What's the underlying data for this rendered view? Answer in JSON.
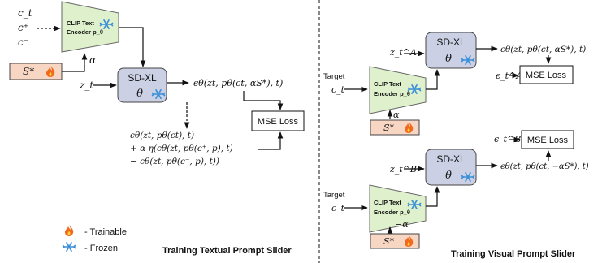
{
  "left": {
    "inputs": [
      "c_t",
      "c⁺",
      "c⁻"
    ],
    "clip_label_1": "CLIP Text",
    "clip_label_2": "Encoder p_θ",
    "token": "S*",
    "alpha": "α",
    "sdxl_title": "SD-XL",
    "sdxl_param": "θ",
    "zt": "z_t",
    "pred_output": "ϵθ(zt, pθ(ct, αS*), t)",
    "target_line1": "ϵθ(zt, pθ(ct), t)",
    "target_line2": "+ α η(ϵθ(zt, pθ(c⁺, p), t)",
    "target_line3": "− ϵθ(zt, pθ(c⁻, p), t))",
    "mse": "MSE Loss",
    "caption": "Training Textual Prompt Slider"
  },
  "legend": {
    "trainable": "- Trainable",
    "frozen": "- Frozen"
  },
  "right": {
    "top": {
      "target_label": "Target",
      "ct": "c_t",
      "zt": "z_t^A",
      "clip_label_1": "CLIP Text",
      "clip_label_2": "Encoder p_θ",
      "alpha": "α",
      "token": "S*",
      "sdxl_title": "SD-XL",
      "sdxl_param": "θ",
      "output": "ϵθ(zt, pθ(ct, αS*), t)",
      "eps": "ϵ_t^A",
      "mse": "MSE Loss"
    },
    "bottom": {
      "target_label": "Target",
      "ct": "c_t",
      "zt": "z_t^B",
      "clip_label_1": "CLIP Text",
      "clip_label_2": "Encoder p_θ",
      "alpha": "−α",
      "token": "S*",
      "sdxl_title": "SD-XL",
      "sdxl_param": "θ",
      "output": "ϵθ(zt, pθ(ct, −αS*), t)",
      "eps": "ϵ_t^B",
      "mse": "MSE Loss"
    },
    "caption": "Training Visual Prompt Slider"
  },
  "colors": {
    "clip_fill": "#dff0cc",
    "token_fill": "#f8d6c4",
    "sdxl_fill": "#ccd0e4",
    "frozen_icon": "#3a8fd8",
    "trainable_icon": "#f06a1c"
  }
}
